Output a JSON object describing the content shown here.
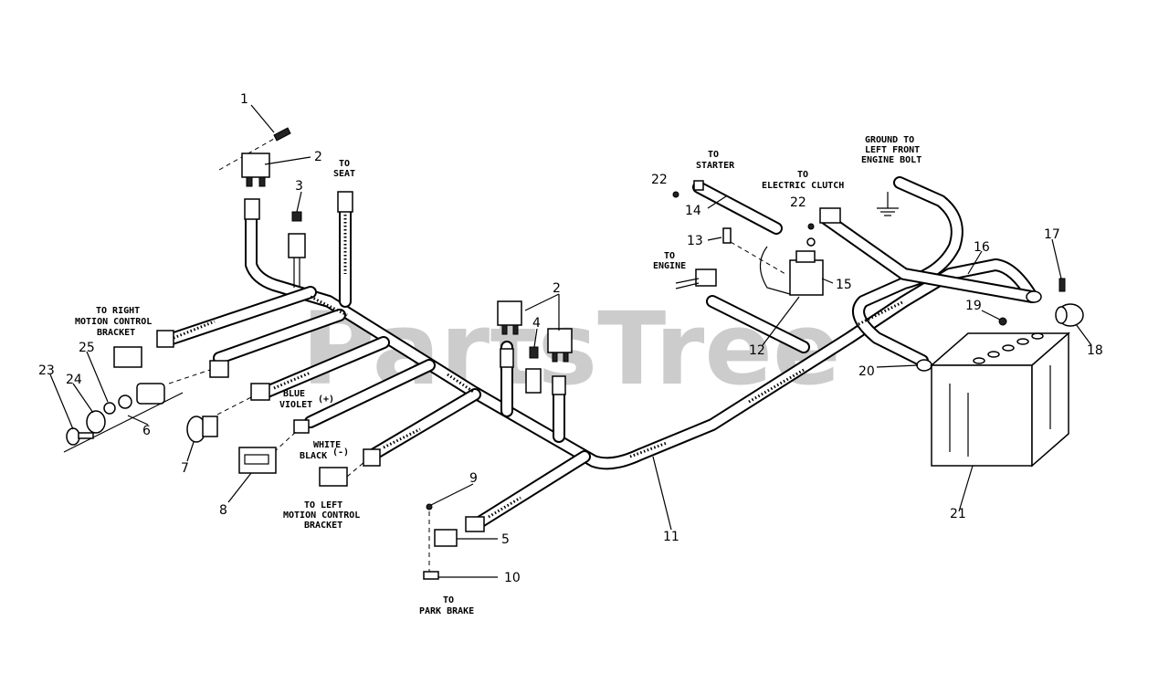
{
  "watermark": "PartsTree",
  "callouts": {
    "c1": "1",
    "c2a": "2",
    "c2b": "2",
    "c3": "3",
    "c4": "4",
    "c5": "5",
    "c6": "6",
    "c7": "7",
    "c8": "8",
    "c9": "9",
    "c10": "10",
    "c11": "11",
    "c12": "12",
    "c13": "13",
    "c14": "14",
    "c15": "15",
    "c16": "16",
    "c17": "17",
    "c18": "18",
    "c19": "19",
    "c20": "20",
    "c21": "21",
    "c22a": "22",
    "c22b": "22",
    "c23": "23",
    "c24": "24",
    "c25": "25"
  },
  "labels": {
    "to_seat_1": "TO",
    "to_seat_2": "SEAT",
    "to_starter_1": "TO",
    "to_starter_2": "STARTER",
    "to_clutch_1": "TO",
    "to_clutch_2": "ELECTRIC CLUTCH",
    "ground_1": "GROUND TO",
    "ground_2": "LEFT FRONT",
    "ground_3": "ENGINE BOLT",
    "to_engine_1": "TO",
    "to_engine_2": "ENGINE",
    "right_motion_1": "TO RIGHT",
    "right_motion_2": "MOTION CONTROL",
    "right_motion_3": "BRACKET",
    "blue": "BLUE",
    "violet": "VIOLET",
    "plus": "(+)",
    "white": "WHITE",
    "black": "BLACK",
    "minus": "(-)",
    "left_motion_1": "TO LEFT",
    "left_motion_2": "MOTION CONTROL",
    "left_motion_3": "BRACKET",
    "park_1": "TO",
    "park_2": "PARK BRAKE"
  }
}
